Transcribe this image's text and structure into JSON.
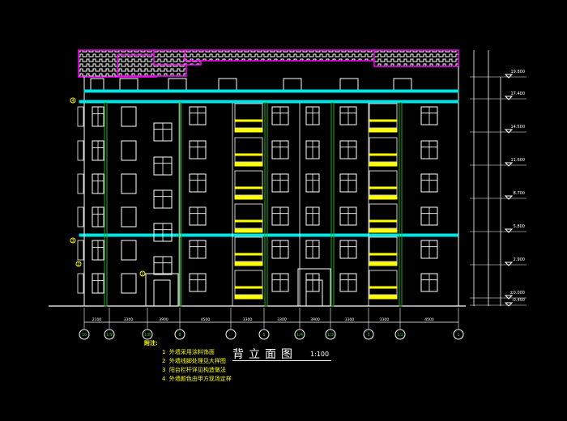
{
  "drawing": {
    "title": "背立面图",
    "scale": "1:100",
    "notes_heading": "附注:",
    "notes": [
      {
        "num": "1",
        "text": "外墙采用涂料饰面"
      },
      {
        "num": "2",
        "text": "外墙线脚处理见大样图"
      },
      {
        "num": "3",
        "text": "阳台栏杆详见构造做法"
      },
      {
        "num": "4",
        "text": "外墙颜色由甲方现场定样"
      }
    ],
    "levels": [
      "19.800",
      "17.400",
      "14.500",
      "11.600",
      "8.700",
      "5.800",
      "2.900",
      "±0.000",
      "-0.450"
    ],
    "bottom_dimensions": [
      "2100",
      "3300",
      "3900",
      "4500",
      "3300",
      "3300",
      "3900",
      "3300",
      "3300",
      "4500"
    ],
    "axis_labels": [
      "10",
      "1/9",
      "1/8",
      "8",
      "",
      "5",
      "1/4",
      "1/3",
      "3",
      "1/2",
      "1"
    ],
    "callouts": [
      "4",
      "3",
      "2",
      "1"
    ],
    "colors": {
      "background": "#000000",
      "lines": "#ffffff",
      "roof": "#ff00ff",
      "band": "#00e5e5",
      "downpipe": "#22aa22",
      "balcony": "#ffff00",
      "notes": "#ffff00",
      "axis_text": "#22cc22"
    }
  }
}
